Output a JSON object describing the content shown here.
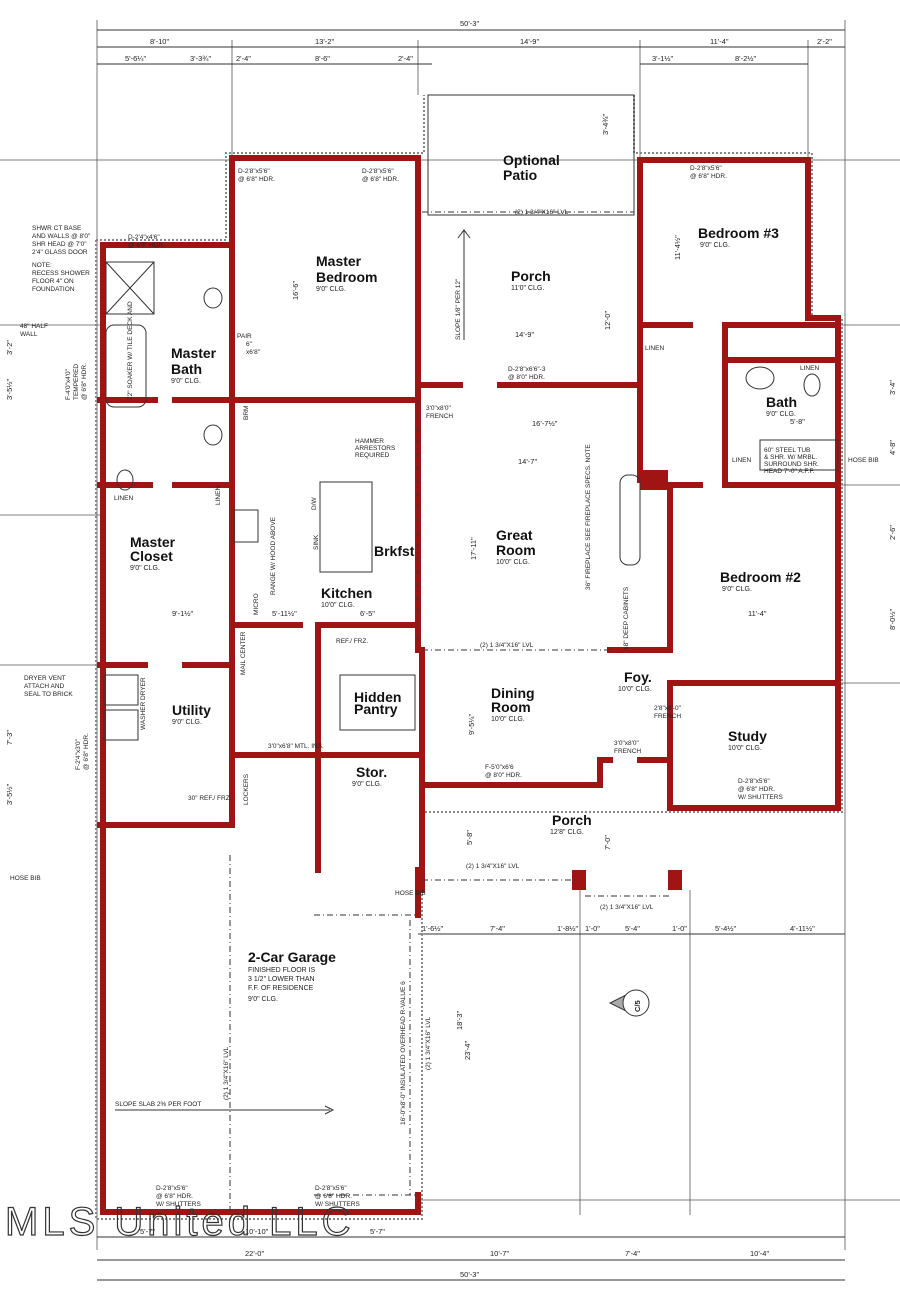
{
  "colors": {
    "wall": "#a11414",
    "line": "#333333",
    "background": "#ffffff"
  },
  "rooms": {
    "master_bedroom": {
      "name": "Master Bedroom",
      "line1": "Master",
      "line2": "Bedroom",
      "ceiling": "9'0\" CLG."
    },
    "master_bath": {
      "line1": "Master",
      "line2": "Bath",
      "ceiling": "9'0\" CLG."
    },
    "master_closet": {
      "line1": "Master",
      "line2": "Closet",
      "ceiling": "9'0\" CLG."
    },
    "utility": {
      "name": "Utility",
      "ceiling": "9'0\" CLG."
    },
    "kitchen": {
      "name": "Kitchen",
      "ceiling": "10'0\" CLG."
    },
    "brkfst": {
      "name": "Brkfst"
    },
    "hidden_pantry": {
      "line1": "Hidden",
      "line2": "Pantry"
    },
    "stor": {
      "name": "Stor.",
      "ceiling": "9'0\" CLG."
    },
    "optional_patio": {
      "line1": "Optional",
      "line2": "Patio"
    },
    "rear_porch": {
      "name": "Porch",
      "ceiling": "11'0\" CLG."
    },
    "great_room": {
      "line1": "Great",
      "line2": "Room",
      "ceiling": "10'0\" CLG."
    },
    "dining_room": {
      "line1": "Dining",
      "line2": "Room",
      "ceiling": "10'0\" CLG."
    },
    "foyer": {
      "name": "Foy.",
      "ceiling": "10'0\" CLG."
    },
    "front_porch": {
      "name": "Porch",
      "ceiling": "12'8\" CLG."
    },
    "bedroom3": {
      "name": "Bedroom #3",
      "ceiling": "9'0\" CLG."
    },
    "bath": {
      "name": "Bath",
      "ceiling": "9'0\" CLG."
    },
    "bedroom2": {
      "name": "Bedroom #2",
      "ceiling": "9'0\" CLG."
    },
    "study": {
      "name": "Study",
      "ceiling": "10'0\" CLG."
    },
    "garage": {
      "name": "2-Car Garage",
      "note1": "FINISHED FLOOR IS",
      "note2": "3 1/2\" LOWER THAN",
      "note3": "F.F. OF RESIDENCE",
      "ceiling": "9'0\" CLG."
    }
  },
  "notes": {
    "shower": [
      "SHWR CT BASE",
      "AND WALLS @ 8'0\"",
      "SHR HEAD @ 7'0\"",
      "2'4\" GLASS DOOR"
    ],
    "recess": [
      "NOTE:",
      "RECESS SHOWER",
      "FLOOR 4\" ON",
      "FOUNDATION"
    ],
    "half_wall": [
      "48\" HALF",
      "WALL"
    ],
    "dryer": [
      "DRYER VENT",
      "ATTACH AND",
      "SEAL TO BRICK"
    ],
    "soaker": "72\" SOAKER W/ TILE DECK AND",
    "tub": [
      "60\" STEEL TUB",
      "& SHR. W/ MRBL.",
      "SURROUND SHR.",
      "HEAD 7'-0\" A.F.F."
    ],
    "hammer": [
      "HAMMER",
      "ARRESTORS",
      "REQUIRED"
    ],
    "fireplace": "36\" FIREPLACE SEE FIREPLACE SPECS. NOTE",
    "range": "RANGE W/ HOOD ABOVE",
    "slope_porch": "SLOPE 1/8\" PER 12\"",
    "slope_slab": "SLOPE SLAB 2% PER FOOT",
    "garage_door": "16'-0\"x8'-0\" INSULATED OVERHEAD R-VALUE 6",
    "lvl_patio": "(2) 1 3/4\"X16\" LVL",
    "lvl_dining": "(2) 1 3/4\"X16\" LVL",
    "lvl_porch1": "(2) 1 3/4\"X16\" LVL",
    "lvl_porch2": "(2) 1 3/4\"X16\" LVL",
    "lvl_garage": "(2) 1 3/4\"X16\" LVL",
    "lvl_garage_door": "(2) 1 3/4\"X16\" LVL",
    "deep_cabinets": "18\" DEEP CABINETS",
    "hose_bib": "HOSE BIB",
    "section_marker": "C/5"
  },
  "fixtures": {
    "linen": "LINEN",
    "brm": "BRM",
    "mail": "MAIL CENTER",
    "micro": "MICRO",
    "sink": "SINK",
    "dw": "D/W",
    "ref": "REF./ FRZ.",
    "ref30": "30\" REF./ FRZ.",
    "lockers": "LOCKERS",
    "washer": "WASHER",
    "dryer": "DRYER"
  },
  "openings": {
    "mb_win1": [
      "D-2'8\"x5'6\"",
      "@ 6'8\" HDR."
    ],
    "mb_win2": [
      "D-2'8\"x5'6\"",
      "@ 6'8\" HDR."
    ],
    "bath_win": [
      "D-2'4\"x4'6\"",
      "@ 6'8\" HDR."
    ],
    "br3_win": [
      "D-2'8\"x5'6\"",
      "@ 6'8\" HDR."
    ],
    "porch_door": [
      "D-2'8\"x6'6\"-3",
      "@ 8'0\" HDR."
    ],
    "french1": [
      "3'0\"x8'0\"",
      "FRENCH"
    ],
    "dining_win": [
      "F-5'0\"x6'6",
      "@ 8'0\" HDR."
    ],
    "study_win": [
      "D-2'8\"x5'6\"",
      "@ 6'8\" HDR.",
      "W/ SHUTTERS"
    ],
    "garage_win1": [
      "D-2'8\"x5'6\"",
      "@ 6'8\" HDR.",
      "W/ SHUTTERS"
    ],
    "garage_win2": [
      "D-2'8\"x5'6\"",
      "@ 6'8\" HDR.",
      "W/ SHUTTERS"
    ],
    "tub_win": [
      "F-4'0\"x4'0\"",
      "TEMPERED",
      "@ 6'8\" HDR."
    ],
    "util_win": [
      "F-2'4\"x3'0\"",
      "@ 6'8\" HDR."
    ],
    "pair": [
      "PAIR",
      "6\"",
      "x6'8\""
    ],
    "foy_french": [
      "2'8\"x8'-0\"",
      "FRENCH"
    ],
    "entry_french": [
      "3'0\"x8'0\"",
      "FRENCH"
    ],
    "mtl": "3'0\"x6'8\" MTL. INS."
  },
  "dimensions": {
    "top_overall": "50'-3\"",
    "top_row1": [
      "8'-10\"",
      "13'-2\"",
      "14'-9\"",
      "11'-4\"",
      "2'-2\""
    ],
    "top_row2": [
      "5'-6¼\"",
      "3'-3¾\"",
      "2'-4\"",
      "8'-6\"",
      "2'-4\"",
      "3'-1½\"",
      "8'-2½\""
    ],
    "bottom_overall": "50'-3\"",
    "bottom_row1": [
      "22'-0\"",
      "10'-7\"",
      "7'-4\"",
      "10'-4\""
    ],
    "bottom_row2": [
      "5'-7\"",
      "10'-10\"",
      "5'-7\""
    ],
    "porch_row": [
      "1'-6½\"",
      "7'-4\"",
      "1'-8½\"",
      "1'-0\"",
      "5'-4\"",
      "1'-0\"",
      "5'-4½\"",
      "4'-11½\""
    ],
    "interior": {
      "mb_depth": "16'-6\"",
      "porch_depth": "12'-0\"",
      "porch_width": "14'-9\"",
      "patio_depth": "3'-4¾\"",
      "br3_depth": "11'-4½\"",
      "great_width": "16'-7½\"",
      "great_width2": "14'-7\"",
      "great_depth": "17'-11\"",
      "garage_depth": "23'-4\"",
      "garage_door": "18'-3\"",
      "kitchen_w": "5'-11½\"",
      "kitchen_w2": "6'-5\"",
      "closet_w": "9'-1½\"",
      "bath_w": "5'-8\"",
      "br2_w": "11'-4\"",
      "dining_d": "9'-5¼\"",
      "porch_d": "5'-8\"",
      "porch_d2": "7'-0\"",
      "left_1": "3'-2\"",
      "left_2": "3'-5½\"",
      "left_3": "7'-3\"",
      "left_4": "3'-5½\"",
      "right_1": "3'-4\"",
      "right_2": "4'-8\"",
      "right_3": "2'-6\"",
      "right_4": "8'-0½\""
    }
  },
  "watermark": "MLS United LLC"
}
